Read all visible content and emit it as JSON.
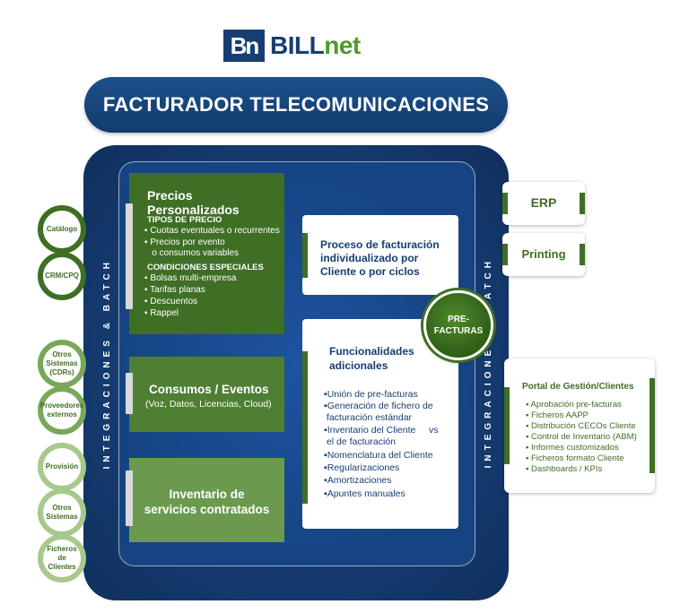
{
  "logo": {
    "mark": "Bn",
    "word_main": "BILL",
    "word_accent": "net"
  },
  "title": "FACTURADOR TELECOMUNICACIONES",
  "vertical_left": "INTEGRACIONES & BATCH",
  "vertical_right": "INTEGRACIONES & BATCH",
  "precios": {
    "title": "Precios Personalizados",
    "tipos_heading": "TIPOS DE PRECIO",
    "tipos": [
      "▪ Cuotas eventuales o recurrentes",
      "▪ Precios por evento",
      "   o consumos variables"
    ],
    "condiciones_heading": "CONDICIONES ESPECIALES",
    "condiciones": [
      "▪ Bolsas multi-empresa",
      "▪ Tarifas planas",
      "▪ Descuentos",
      "▪ Rappel"
    ]
  },
  "consumos": {
    "title": "Consumos / Eventos",
    "subtitle": "(Voz, Datos, Licencias, Cloud)"
  },
  "inventario": {
    "line1": "Inventario de",
    "line2": "servicios contratados"
  },
  "proceso": {
    "line1": "Proceso de facturación",
    "line2": "individualizado por",
    "line3": "Cliente o por ciclos"
  },
  "funcionalidades": {
    "line1": "Funcionalidades",
    "line2": "adicionales",
    "items": [
      "▪Unión de pre-facturas",
      "▪Generación de fichero de",
      " facturación estándar",
      "▪Inventario del Cliente     vs",
      " el de facturación",
      "▪Nomenclatura del Cliente",
      "▪Regularizaciones",
      "▪Amortizaciones",
      "▪Apuntes manuales"
    ]
  },
  "prefacturas": {
    "line1": "PRE-",
    "line2": "FACTURAS"
  },
  "left_circles": [
    {
      "lines": [
        "Catálogo"
      ],
      "style": "c1"
    },
    {
      "lines": [
        "CRM/CPQ"
      ],
      "style": "c1"
    },
    {
      "lines": [
        "Otros",
        "Sistemas",
        "(CDRs)"
      ],
      "style": "c2"
    },
    {
      "lines": [
        "Proveedores",
        "externos"
      ],
      "style": "c2"
    },
    {
      "lines": [
        "Provisión"
      ],
      "style": "c3"
    },
    {
      "lines": [
        "Otros",
        "Sistemas"
      ],
      "style": "c3"
    },
    {
      "lines": [
        "Ficheros",
        "de Clientes"
      ],
      "style": "c3"
    }
  ],
  "erp": "ERP",
  "printing": "Printing",
  "portal": {
    "title": "Portal de Gestión/Clientes",
    "items": [
      "▪ Aprobación pre-facturas",
      "▪ Ficheros AAPP",
      "▪ Distribución CECOs Cliente",
      "▪ Control de Inventario (ABM)",
      "▪ Informes customizados",
      "▪ Ficheros formato Cliente",
      "▪ Dashboards / KPIs"
    ]
  },
  "colors": {
    "navy": "#163e73",
    "green_dark": "#3f6e25",
    "green_mid": "#4f7f33",
    "green_light": "#6b9a4e"
  }
}
